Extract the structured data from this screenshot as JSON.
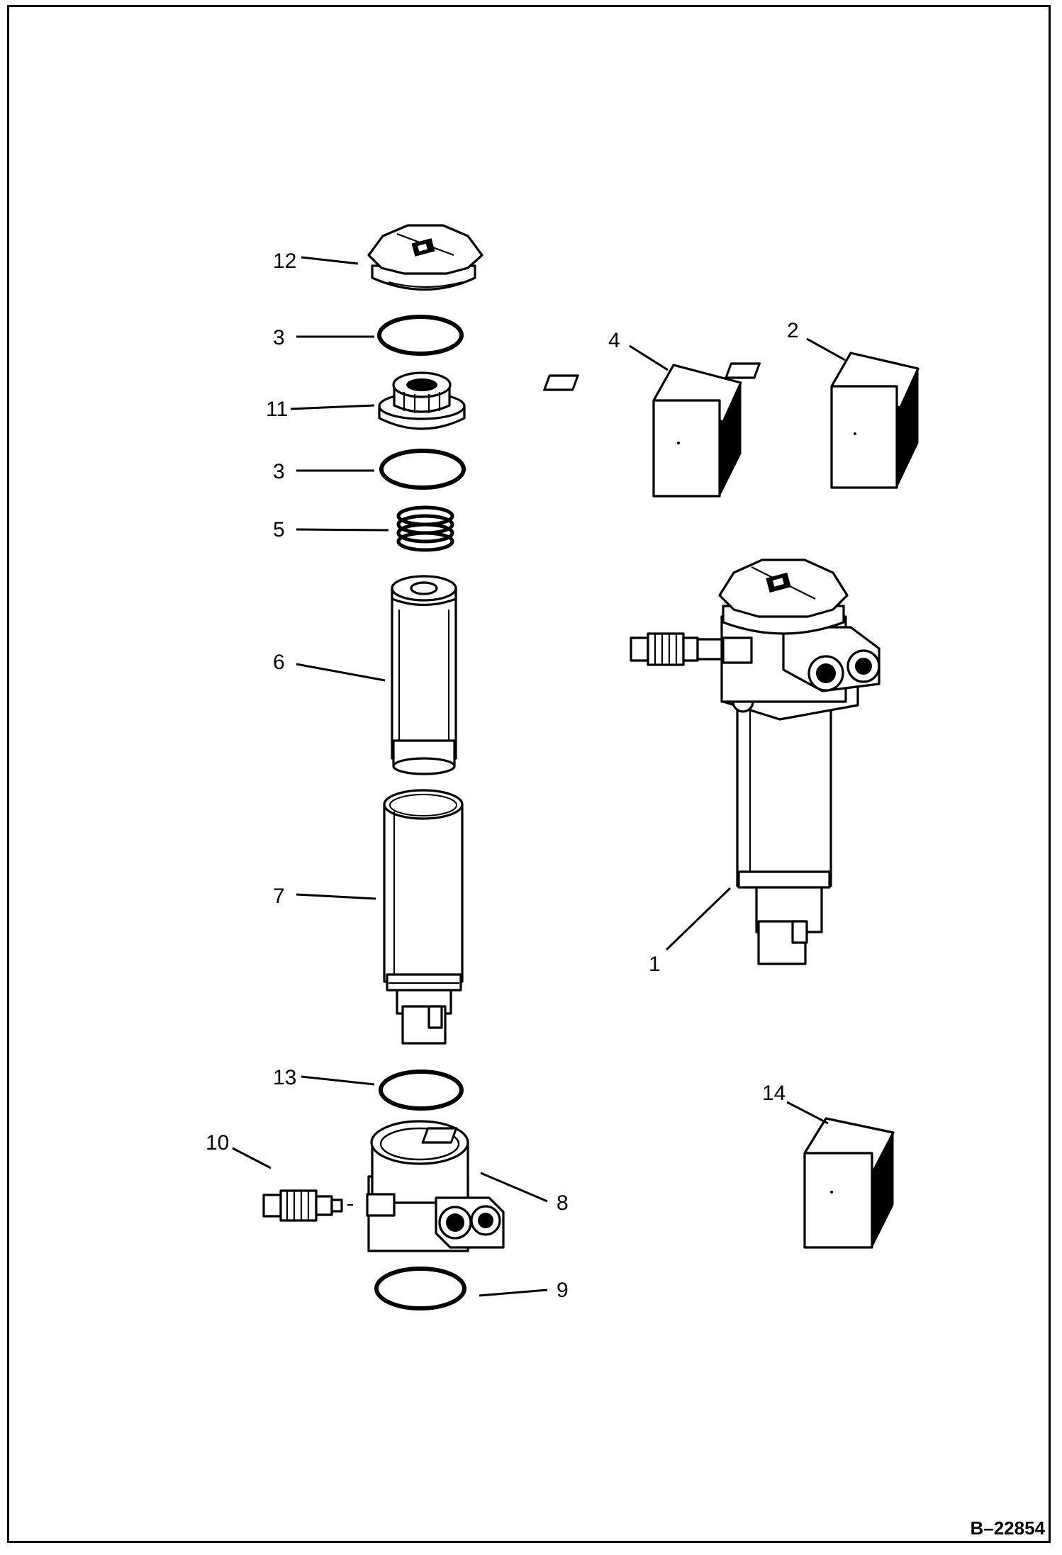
{
  "diagram": {
    "drawing_number": "B–22854",
    "callouts": [
      {
        "id": "c12",
        "label": "12"
      },
      {
        "id": "c3a",
        "label": "3"
      },
      {
        "id": "c11",
        "label": "11"
      },
      {
        "id": "c3b",
        "label": "3"
      },
      {
        "id": "c5",
        "label": "5"
      },
      {
        "id": "c6",
        "label": "6"
      },
      {
        "id": "c7",
        "label": "7"
      },
      {
        "id": "c13",
        "label": "13"
      },
      {
        "id": "c10",
        "label": "10"
      },
      {
        "id": "c8",
        "label": "8"
      },
      {
        "id": "c9",
        "label": "9"
      },
      {
        "id": "c4",
        "label": "4"
      },
      {
        "id": "c2",
        "label": "2"
      },
      {
        "id": "c1",
        "label": "1"
      },
      {
        "id": "c14",
        "label": "14"
      }
    ]
  }
}
